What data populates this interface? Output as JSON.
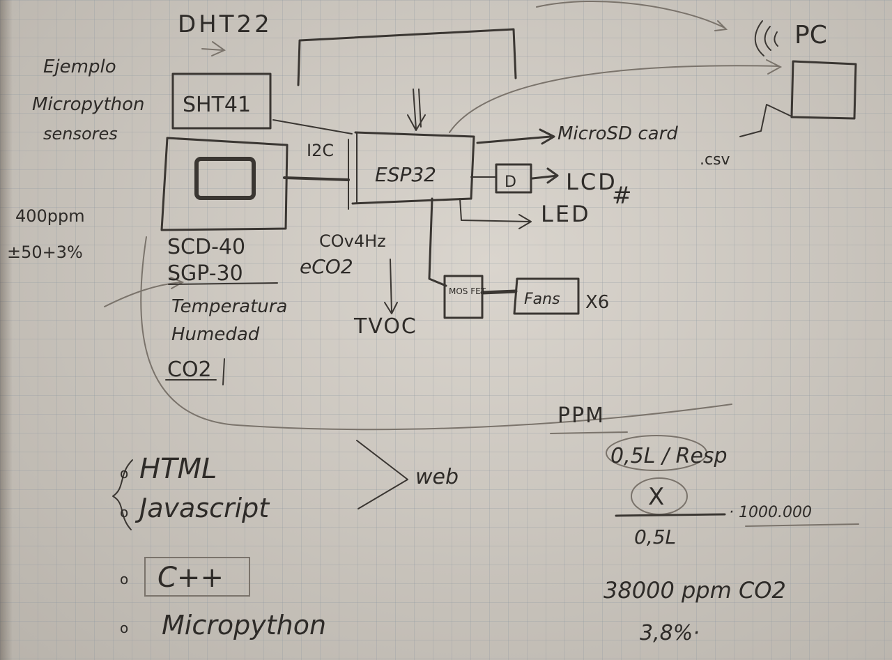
{
  "sensors": {
    "dht22": "DHT22",
    "sht41": "SHT41",
    "scd40": "SCD-40",
    "sgp30": "SGP-30",
    "sgp30_outputs": "eCO2",
    "tvoc": "TVOC",
    "co2_4hz": "COv4Hz"
  },
  "notes": {
    "example_title": "Ejemplo",
    "example_lang": "Micropython",
    "example_sensors": "sensores",
    "ppm_400": "400ppm",
    "accuracy": "±50+3%",
    "measures": [
      "Temperatura",
      "Humedad",
      "CO2"
    ],
    "lcd_hash": "#",
    "fans_multiplier": "X6"
  },
  "main": {
    "mcu": "ESP32",
    "bus": "I2C",
    "pc": "PC",
    "micro_sd": "MicroSD card",
    "csv": ".csv",
    "lcd": "LCD",
    "lcd_driver": "D",
    "led": "LED",
    "mosfet": "MOS FET",
    "fans": "Fans"
  },
  "web": {
    "items": [
      "HTML",
      "Javascript",
      "C++",
      "Micropython"
    ],
    "target": "web"
  },
  "calc": {
    "title": "PPM",
    "numerator": "0,5L / Resp",
    "x": "X",
    "denominator": "0,5L",
    "factor": "· 1000.000",
    "result_ppm": "38000 ppm CO2",
    "result_pct": "3,8%·"
  }
}
